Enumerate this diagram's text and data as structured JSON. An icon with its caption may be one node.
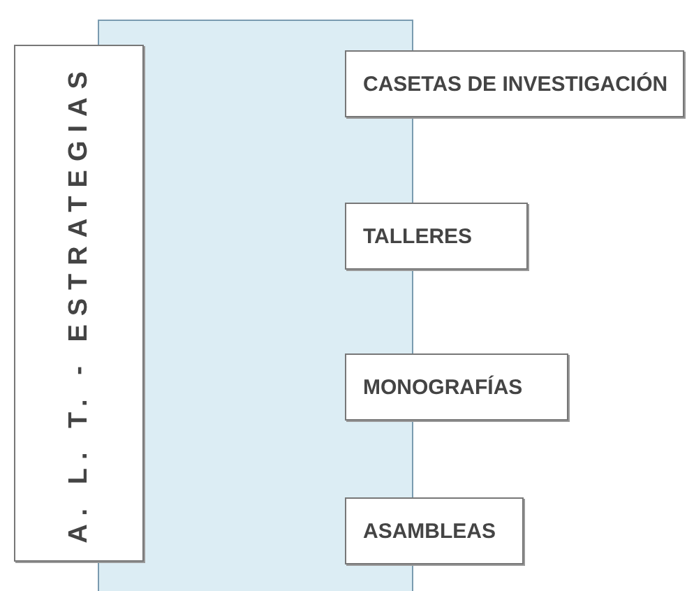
{
  "diagram": {
    "nodes": [
      {
        "text": [
          "A. L. T. - ESTRATEGIAS"
        ]
      },
      {
        "text": [
          "CASETAS DE INVESTIGACIÓN"
        ]
      },
      {
        "text": [
          "TALLERES"
        ]
      },
      {
        "text": [
          "MONOGRAFÍAS"
        ]
      },
      {
        "text": [
          "ASAMBLEAS"
        ]
      }
    ],
    "edges": []
  }
}
